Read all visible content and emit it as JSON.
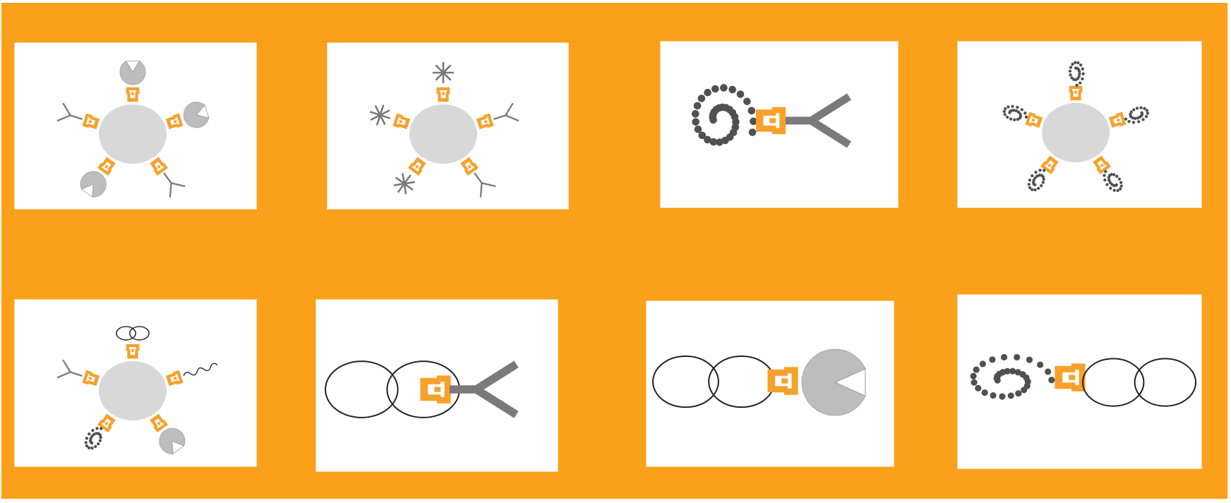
{
  "colors": {
    "background": "#FBA01A",
    "panel": "#ffffff",
    "linker": "#F7A12C",
    "core": "#D8D8D8",
    "gray_shape": "#7A7A7A",
    "dots": "#505050",
    "outline": "#222222"
  },
  "panels": [
    {
      "name": "panel-1",
      "layout": "star",
      "ligands": [
        "pacman",
        "pacman",
        "antibody",
        "pacman",
        "antibody"
      ]
    },
    {
      "name": "panel-2",
      "layout": "star",
      "ligands": [
        "asterisk",
        "antibody",
        "antibody",
        "asterisk",
        "asterisk"
      ]
    },
    {
      "name": "panel-3",
      "layout": "linear",
      "left": "dot-coil",
      "right": "antibody"
    },
    {
      "name": "panel-4",
      "layout": "star",
      "ligands": [
        "dot-coil",
        "dot-coil",
        "dot-coil",
        "dot-coil",
        "dot-coil"
      ]
    },
    {
      "name": "panel-5",
      "layout": "star",
      "ligands": [
        "rings",
        "wavy",
        "pacman",
        "dot-coil",
        "antibody"
      ]
    },
    {
      "name": "panel-6",
      "layout": "linear",
      "left": "rings",
      "right": "antibody"
    },
    {
      "name": "panel-7",
      "layout": "linear",
      "left": "rings",
      "right": "pacman"
    },
    {
      "name": "panel-8",
      "layout": "linear",
      "left": "dot-coil",
      "right": "rings"
    }
  ]
}
